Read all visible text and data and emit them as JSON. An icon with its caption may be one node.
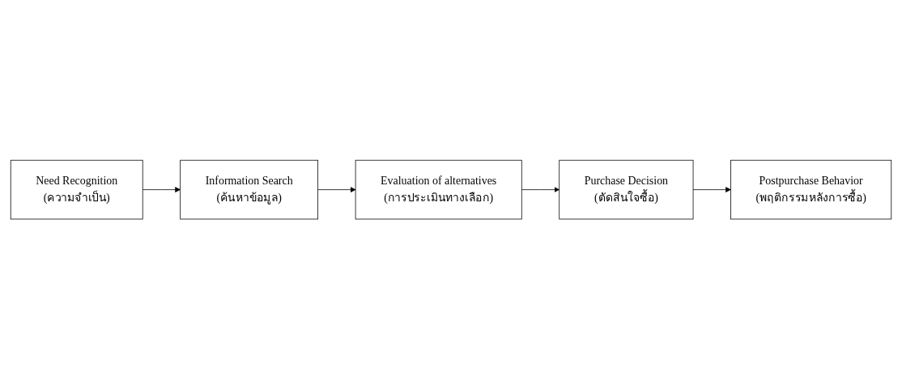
{
  "diagram": {
    "nodes": [
      {
        "text": [
          "Need Recognition",
          "(ความจำเป็น)"
        ]
      },
      {
        "text": [
          "Information Search",
          "(ค้นหาข้อมูล)"
        ]
      },
      {
        "text": [
          "Evaluation of alternatives",
          "(การประเมินทางเลือก)"
        ]
      },
      {
        "text": [
          "Purchase Decision",
          "(ตัดสินใจซื้อ)"
        ]
      },
      {
        "text": [
          "Postpurchase Behavior",
          "(พฤติกรรมหลังการซื้อ)"
        ]
      }
    ],
    "edges": [
      {
        "from": 0,
        "to": 1,
        "arrow": "to"
      },
      {
        "from": 1,
        "to": 2,
        "arrow": "to"
      },
      {
        "from": 2,
        "to": 3,
        "arrow": "to"
      },
      {
        "from": 3,
        "to": 4,
        "arrow": "to"
      }
    ]
  }
}
